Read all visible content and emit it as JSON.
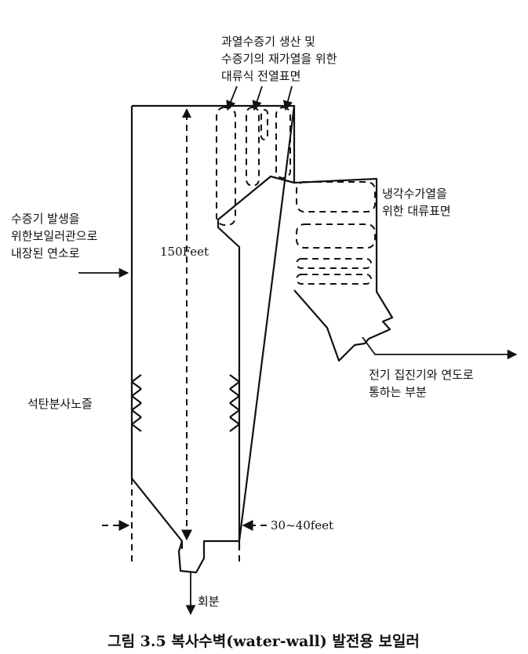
{
  "labels": {
    "convection_surface_line1": "과열수증기 생산 및",
    "convection_surface_line2": "수증기의 재가열을 위한",
    "convection_surface_line3": "대류식 전열표면",
    "cooling_surface_line1": "냉각수가열을",
    "cooling_surface_line2": "위한 대류표면",
    "furnace_line1": "수증기 발생을",
    "furnace_line2": "위한보일러관으로",
    "furnace_line3": "내장된 연소로",
    "height": "150Feet",
    "burner_nozzle": "석탄분사노즐",
    "precipitator_line1": "전기 집진기와 연도로",
    "precipitator_line2": "통하는 부분",
    "width": "30~40feet",
    "ash": "회분"
  },
  "caption": "그림 3.5 복사수벽(water-wall) 발전용 보일러"
}
